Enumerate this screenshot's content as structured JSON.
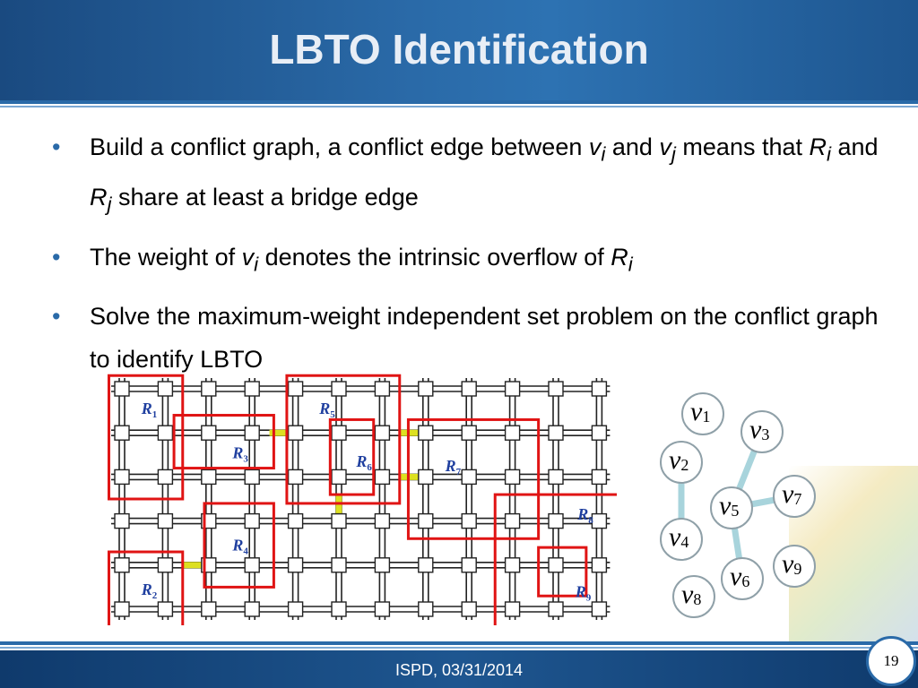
{
  "slide": {
    "title": "LBTO Identification",
    "footer": "ISPD, 03/31/2014",
    "page_number": "19"
  },
  "bullets": [
    {
      "marker": "•",
      "parts": [
        "Build a conflict graph, a conflict edge between ",
        "v",
        "i",
        " and ",
        "v",
        "j",
        " means that ",
        "R",
        "i",
        " and ",
        "R",
        "j",
        " share at least a bridge edge"
      ]
    },
    {
      "marker": "•",
      "parts": [
        "The weight of ",
        "v",
        "i",
        " denotes the intrinsic overflow of ",
        "R",
        "i"
      ]
    },
    {
      "marker": "•",
      "parts": [
        "Solve the maximum-weight independent set problem on the conflict graph to identify LBTO"
      ]
    }
  ],
  "grid_figure": {
    "region_labels": [
      {
        "letter": "R",
        "sub": "1"
      },
      {
        "letter": "R",
        "sub": "2"
      },
      {
        "letter": "R",
        "sub": "3"
      },
      {
        "letter": "R",
        "sub": "4"
      },
      {
        "letter": "R",
        "sub": "5"
      },
      {
        "letter": "R",
        "sub": "6"
      },
      {
        "letter": "R",
        "sub": "7"
      },
      {
        "letter": "R",
        "sub": "8"
      },
      {
        "letter": "R",
        "sub": "9"
      }
    ],
    "colors": {
      "region": "#e01414",
      "bridge": "#dde020",
      "node": "#ffffff",
      "wire": "#222222",
      "label": "#1f3f9f"
    }
  },
  "conflict_graph": {
    "nodes": [
      {
        "letter": "v",
        "sub": "1"
      },
      {
        "letter": "v",
        "sub": "2"
      },
      {
        "letter": "v",
        "sub": "3"
      },
      {
        "letter": "v",
        "sub": "4"
      },
      {
        "letter": "v",
        "sub": "5"
      },
      {
        "letter": "v",
        "sub": "6"
      },
      {
        "letter": "v",
        "sub": "7"
      },
      {
        "letter": "v",
        "sub": "8"
      },
      {
        "letter": "v",
        "sub": "9"
      }
    ],
    "edges": [
      [
        "v2",
        "v4"
      ],
      [
        "v5",
        "v3"
      ],
      [
        "v5",
        "v7"
      ],
      [
        "v5",
        "v6"
      ]
    ],
    "colors": {
      "node_border": "#8fa0a8",
      "edge": "#a8d4dc"
    }
  }
}
